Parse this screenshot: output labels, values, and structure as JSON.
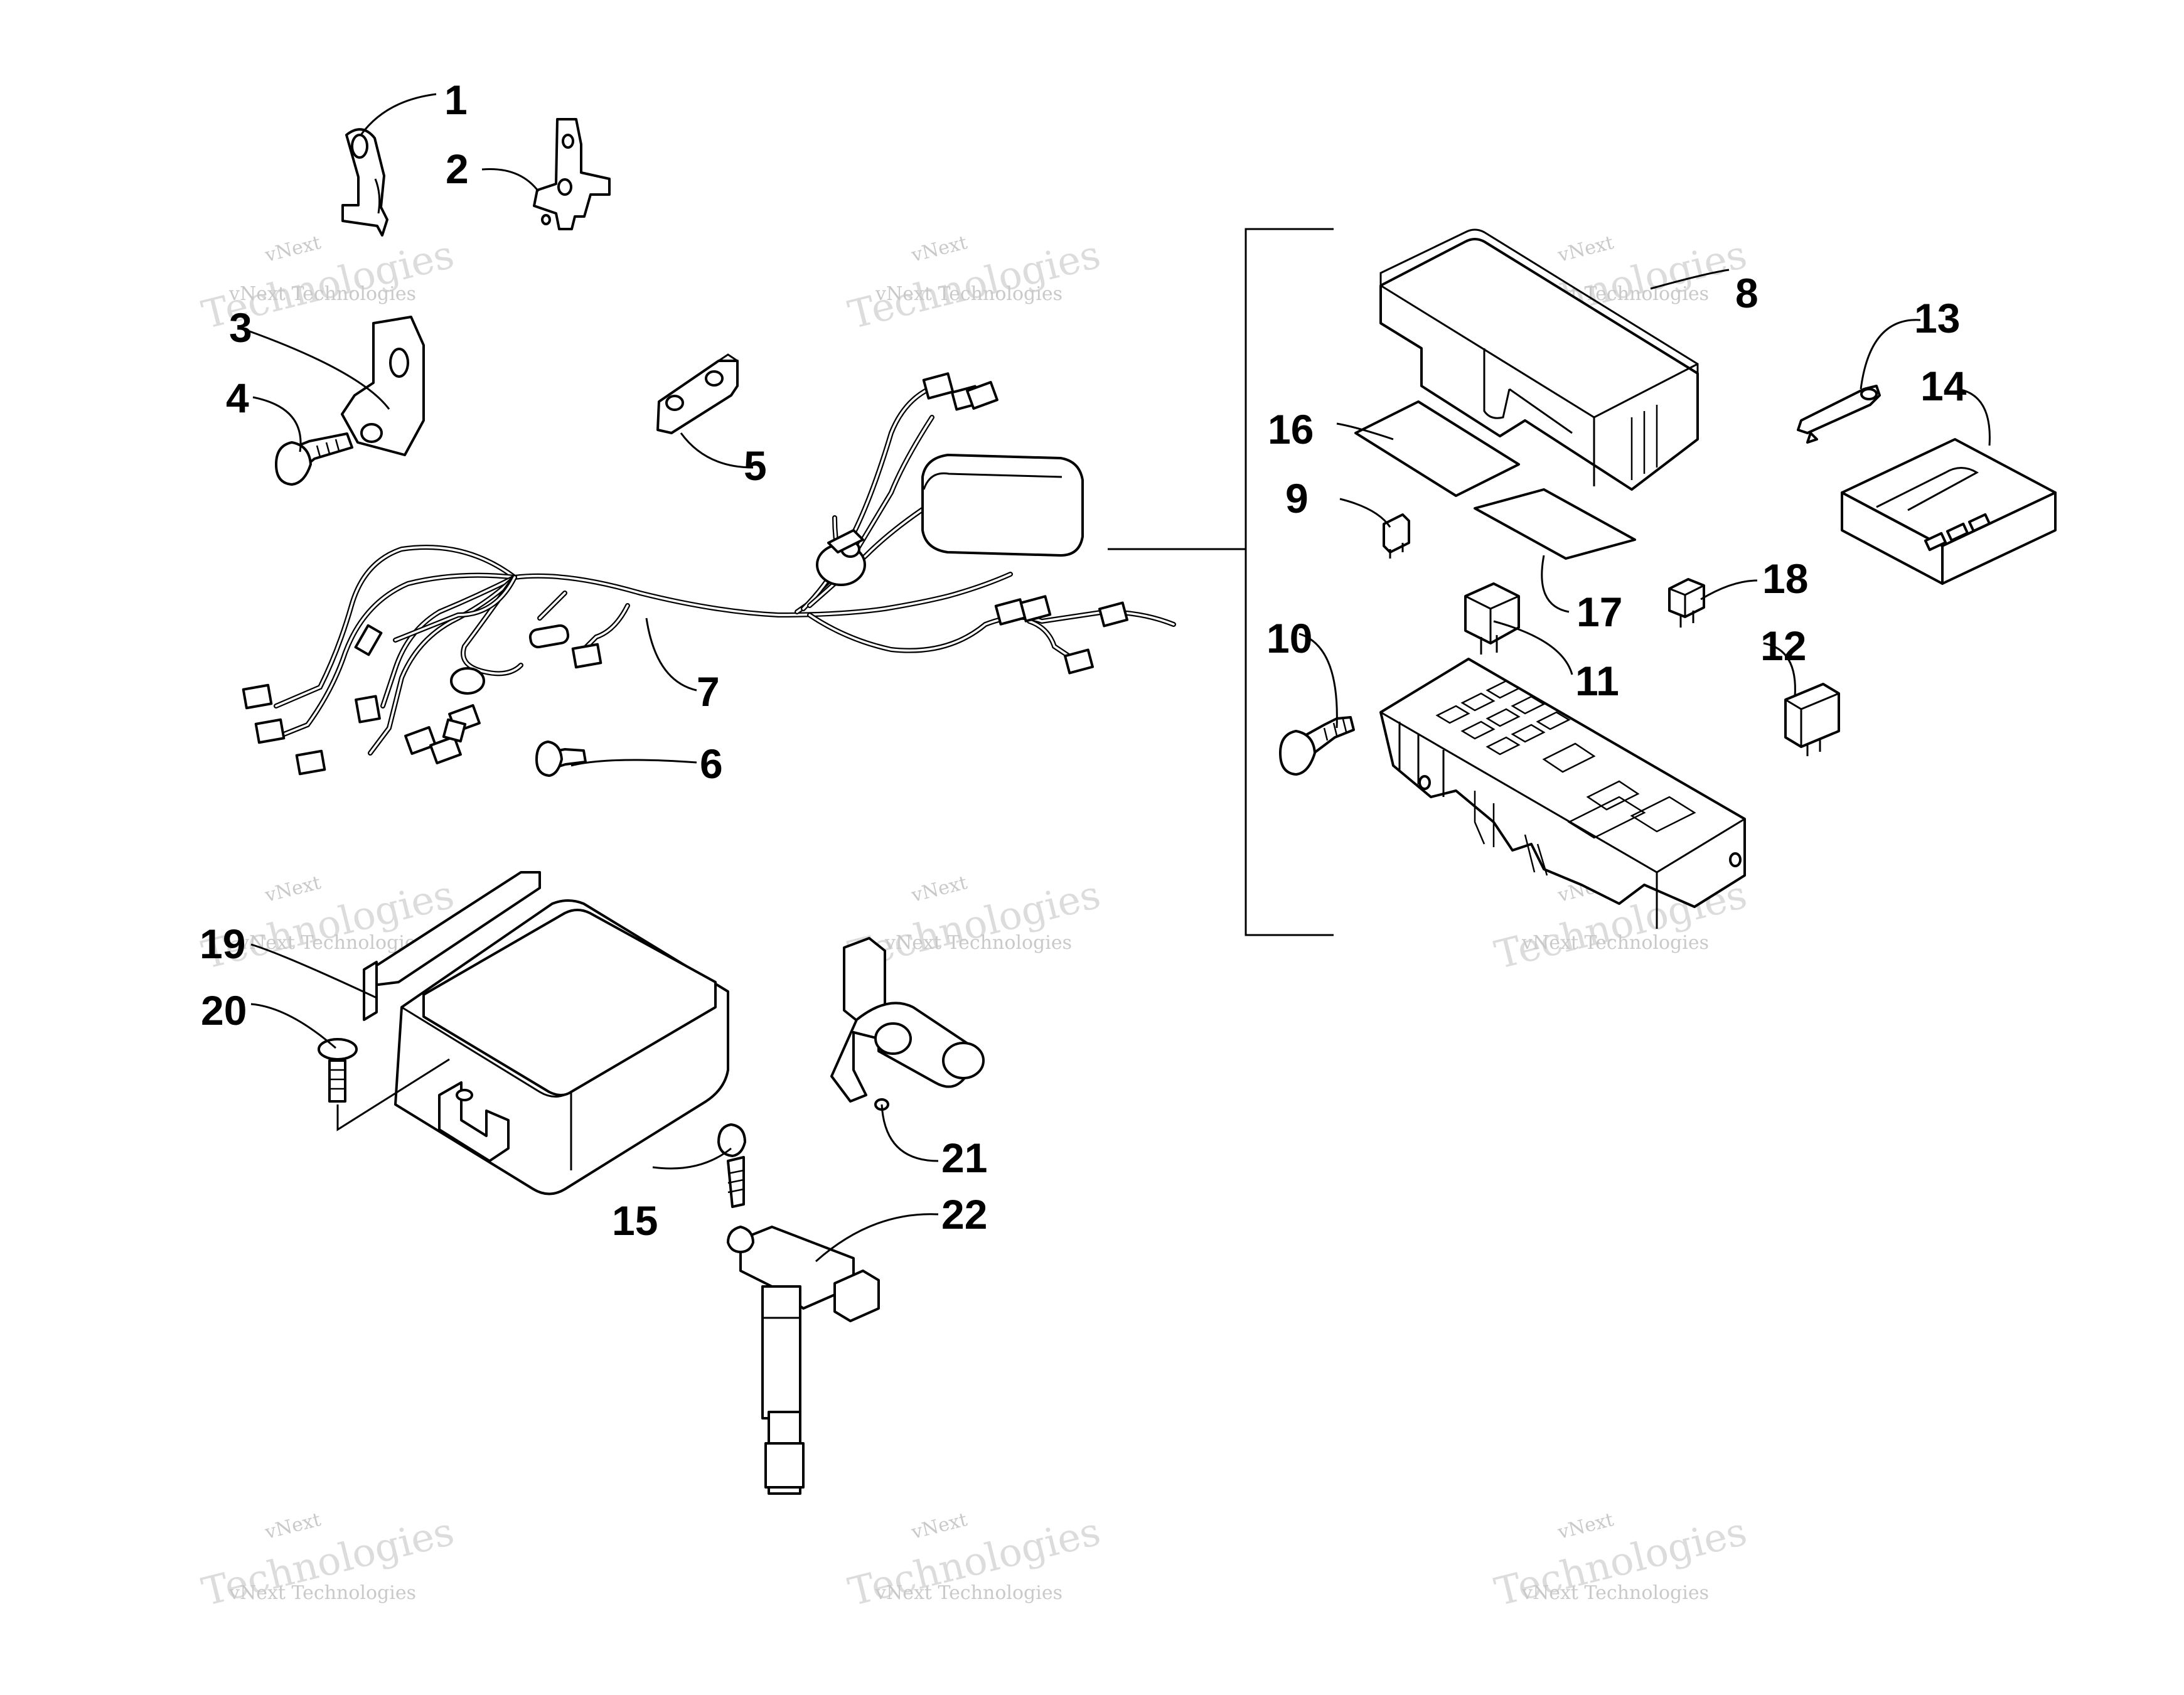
{
  "diagram": {
    "callouts": [
      "1",
      "2",
      "3",
      "4",
      "5",
      "6",
      "7",
      "8",
      "9",
      "10",
      "11",
      "12",
      "13",
      "14",
      "15",
      "16",
      "17",
      "18",
      "19",
      "20",
      "21",
      "22"
    ],
    "watermark": {
      "line1": "vNext Technologies",
      "line2": "Technologies",
      "line3": "vNext"
    }
  }
}
